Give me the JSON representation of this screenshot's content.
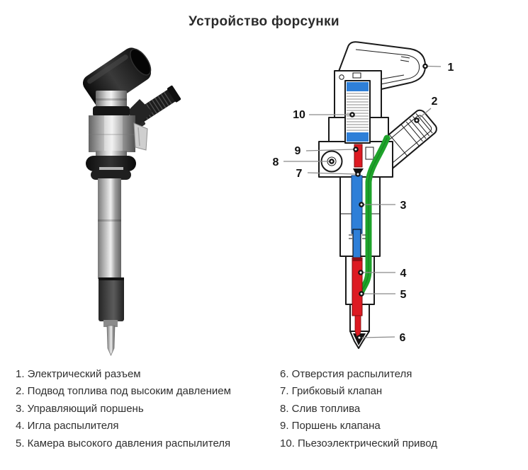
{
  "title": "Устройство форсунки",
  "legend": {
    "left": [
      "1. Электрический разъем",
      "2. Подвод топлива под высоким давлением",
      "3. Управляющий поршень",
      "4. Игла распылителя",
      "5. Камера высокого давления распылителя"
    ],
    "right": [
      "6. Отверстия распылителя",
      "7. Грибковый клапан",
      "8. Слив топлива",
      "9. Поршень клапана",
      "10. Пьезоэлектрический привод"
    ]
  },
  "callouts": {
    "c1": "1",
    "c2": "2",
    "c3": "3",
    "c4": "4",
    "c5": "5",
    "c6": "6",
    "c7": "7",
    "c8": "8",
    "c9": "9",
    "c10": "10"
  },
  "colors": {
    "control_blue": "#2e7fd8",
    "fuel_supply_green": "#1fa32b",
    "needle_red": "#dd1a22",
    "outline": "#1a1a1a",
    "leader_gray": "#8a8a8a",
    "text": "#2f2f2f"
  }
}
